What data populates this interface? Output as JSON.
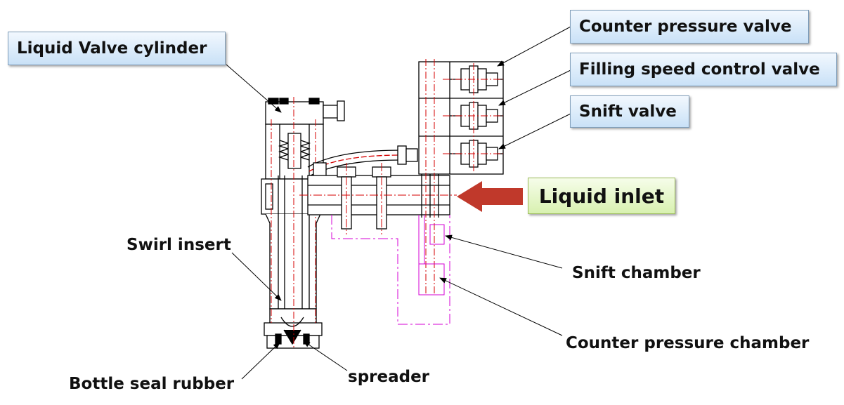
{
  "labels": {
    "liquid_valve_cylinder": "Liquid Valve cylinder",
    "counter_pressure_valve": "Counter pressure valve",
    "filling_speed_control_valve": "Filling speed control valve",
    "snift_valve": "Snift valve",
    "liquid_inlet": "Liquid inlet",
    "swirl_insert": "Swirl insert",
    "snift_chamber": "Snift chamber",
    "counter_pressure_chamber": "Counter pressure chamber",
    "bottle_seal_rubber": "Bottle seal rubber",
    "spreader": "spreader"
  },
  "colors": {
    "drawing_line": "#000000",
    "centerline": "#d40000",
    "chamber_outline": "#d400d4",
    "arrow": "#c0392b",
    "callout_box": "#c9e1f7",
    "inlet_box": "#d8f1b0"
  }
}
